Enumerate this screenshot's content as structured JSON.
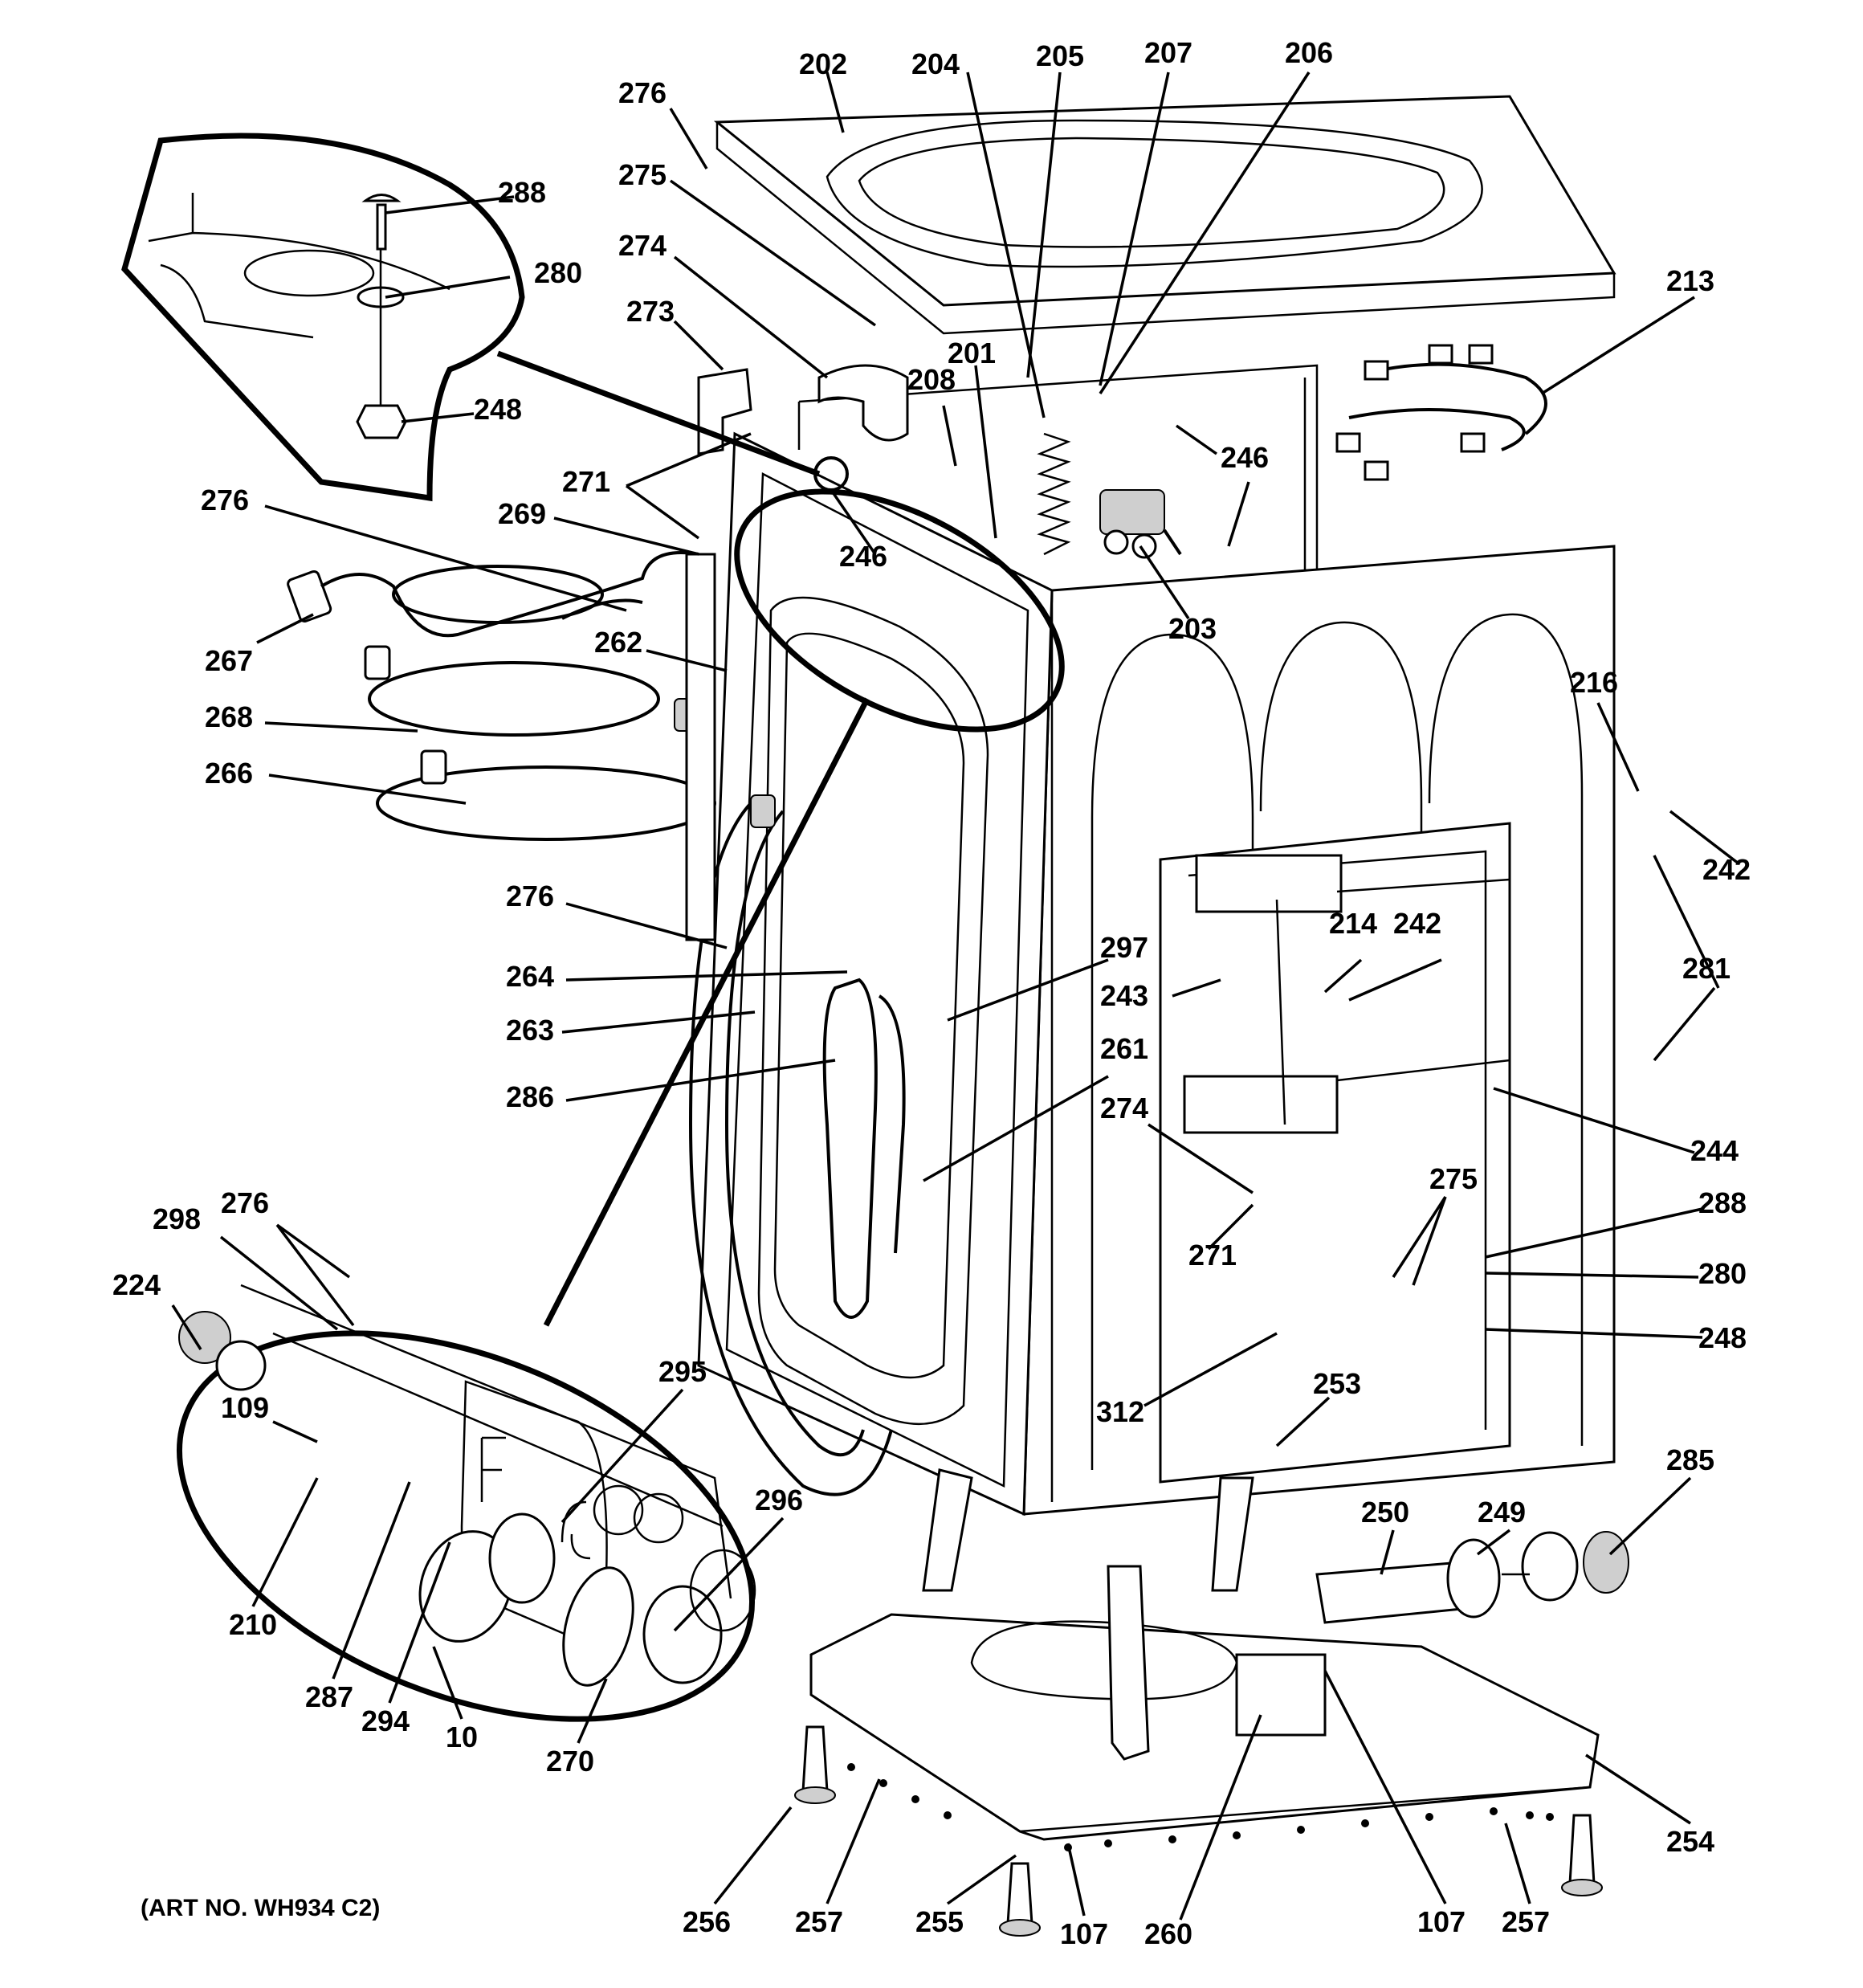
{
  "diagram": {
    "caption": "(ART NO. WH934 C2)",
    "part_numbers": [
      "202",
      "204",
      "205",
      "207",
      "206",
      "276",
      "275",
      "274",
      "273",
      "213",
      "201",
      "208",
      "288",
      "280",
      "248",
      "246",
      "271",
      "269",
      "203",
      "276",
      "246",
      "267",
      "262",
      "268",
      "216",
      "266",
      "242",
      "281",
      "276",
      "297",
      "214",
      "242",
      "264",
      "243",
      "263",
      "261",
      "286",
      "244",
      "274",
      "288",
      "275",
      "280",
      "298",
      "276",
      "248",
      "224",
      "271",
      "109",
      "253",
      "312",
      "285",
      "295",
      "250",
      "249",
      "296",
      "210",
      "287",
      "294",
      "10",
      "270",
      "254",
      "256",
      "257",
      "255",
      "107",
      "260",
      "107",
      "257"
    ]
  }
}
